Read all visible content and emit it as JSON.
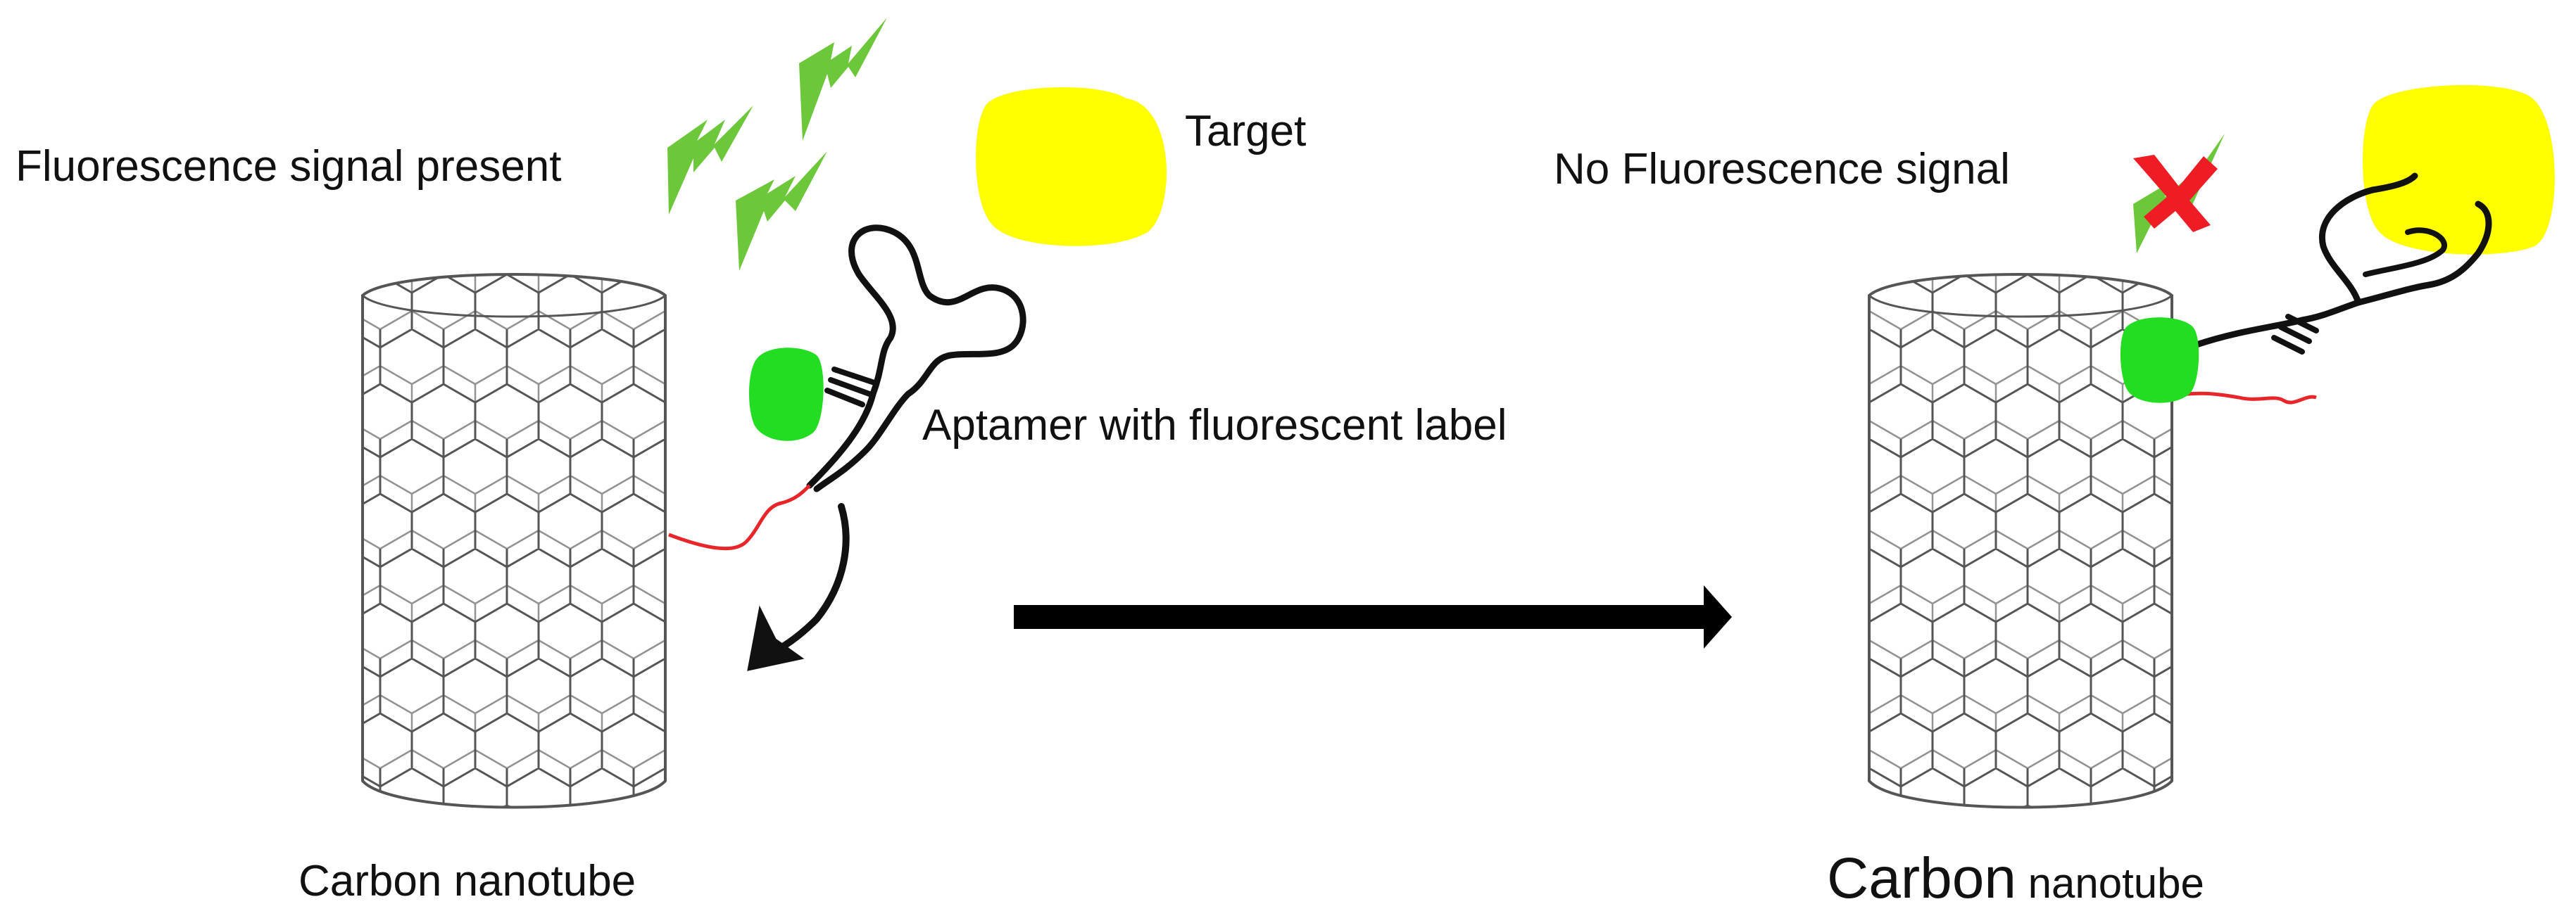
{
  "labels": {
    "fluorescence_present": "Fluorescence signal present",
    "target": "Target",
    "aptamer": "Aptamer with fluorescent label",
    "carbon_nanotube_left": "Carbon nanotube",
    "no_fluorescence": "No Fluorescence signal",
    "carbon_right_word": "Carbon",
    "nanotube_right_word": "nanotube"
  },
  "colors": {
    "target": "#ffff00",
    "fluorophore": "#22dd22",
    "signal_bolt": "#6cc83a",
    "linker": "#e8262a",
    "aptamer_strand": "#111111",
    "nanotube_lines": "#555555",
    "blocked_x": "#ee1c24",
    "arrow": "#000000"
  },
  "icons": {
    "signal": "lightning-bolt-icon",
    "blocked": "red-x-icon",
    "process": "right-arrow-icon"
  }
}
